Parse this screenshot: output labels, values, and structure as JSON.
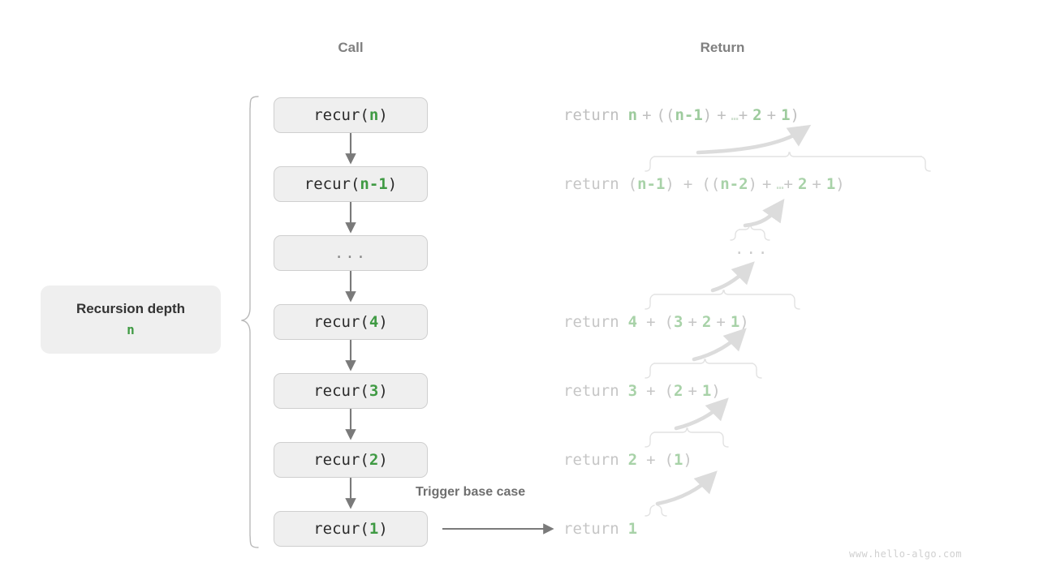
{
  "headers": {
    "call": "Call",
    "return": "Return"
  },
  "depth_label": {
    "title": "Recursion depth",
    "value": "n"
  },
  "trigger_label": "Trigger base case",
  "watermark": "www.hello-algo.com",
  "colors": {
    "green_strong": "#3f9a43",
    "green_faded": "#b9d9b9",
    "gray_text": "#c6c6c6",
    "box_fill": "#efefef",
    "box_border": "#cfcfcf",
    "arrow": "#7a7a7a",
    "arrow_faded": "#dcdcdc",
    "header": "#808080"
  },
  "call_stack": [
    {
      "prefix": "recur(",
      "arg": "n",
      "suffix": ")",
      "dots": false
    },
    {
      "prefix": "recur(",
      "arg": "n-1",
      "suffix": ")",
      "dots": false
    },
    {
      "prefix": "",
      "arg": "...",
      "suffix": "",
      "dots": true
    },
    {
      "prefix": "recur(",
      "arg": "4",
      "suffix": ")",
      "dots": false
    },
    {
      "prefix": "recur(",
      "arg": "3",
      "suffix": ")",
      "dots": false
    },
    {
      "prefix": "recur(",
      "arg": "2",
      "suffix": ")",
      "dots": false
    },
    {
      "prefix": "recur(",
      "arg": "1",
      "suffix": ")",
      "dots": false
    }
  ],
  "returns": [
    {
      "keyword": "return",
      "expr": "n + ((n-1) + … + 2 + 1)"
    },
    {
      "keyword": "return",
      "expr": "(n-1) + ((n-2) + … + 2 + 1)"
    },
    {
      "keyword": "",
      "expr": "..."
    },
    {
      "keyword": "return",
      "expr": "4 + (3 + 2 + 1)"
    },
    {
      "keyword": "return",
      "expr": "3 + (2 + 1)"
    },
    {
      "keyword": "return",
      "expr": "2 + (1)"
    },
    {
      "keyword": "return",
      "expr": "1"
    }
  ]
}
